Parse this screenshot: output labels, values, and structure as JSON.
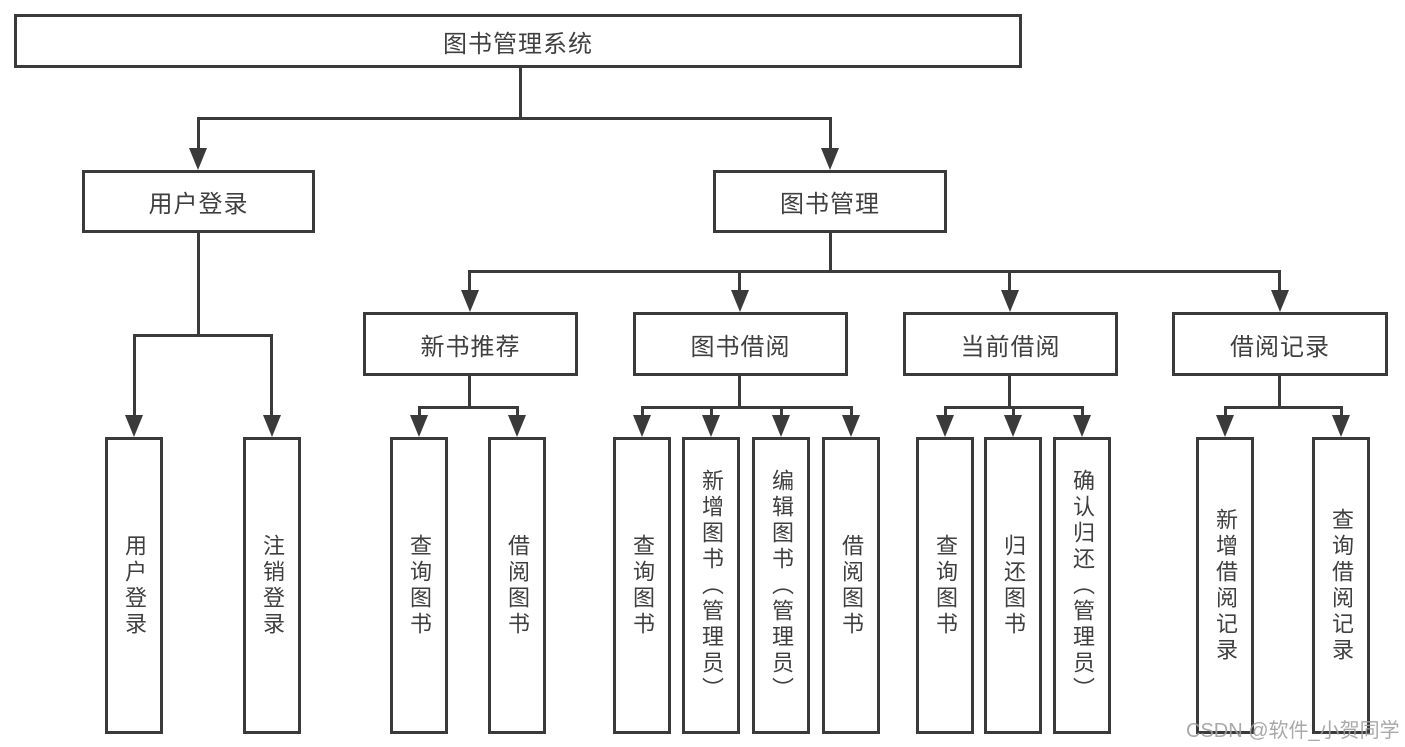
{
  "tree": {
    "root": "图书管理系统",
    "children": [
      {
        "label": "用户登录",
        "children": [
          {
            "label": "用户登录"
          },
          {
            "label": "注销登录"
          }
        ]
      },
      {
        "label": "图书管理",
        "children": [
          {
            "label": "新书推荐",
            "children": [
              {
                "label": "查询图书"
              },
              {
                "label": "借阅图书"
              }
            ]
          },
          {
            "label": "图书借阅",
            "children": [
              {
                "label": "查询图书"
              },
              {
                "label": "新增图书（管理员）"
              },
              {
                "label": "编辑图书（管理员）"
              },
              {
                "label": "借阅图书"
              }
            ]
          },
          {
            "label": "当前借阅",
            "children": [
              {
                "label": "查询图书"
              },
              {
                "label": "归还图书"
              },
              {
                "label": "确认归还（管理员）"
              }
            ]
          },
          {
            "label": "借阅记录",
            "children": [
              {
                "label": "新增借阅记录"
              },
              {
                "label": "查询借阅记录"
              }
            ]
          }
        ]
      }
    ]
  },
  "watermark": {
    "text": "CSDN @软件_小贺同学"
  },
  "colors": {
    "line": "#3a3a3a",
    "text": "#3f3f3f",
    "watermark": "#a0a0a0",
    "background": "#ffffff"
  }
}
